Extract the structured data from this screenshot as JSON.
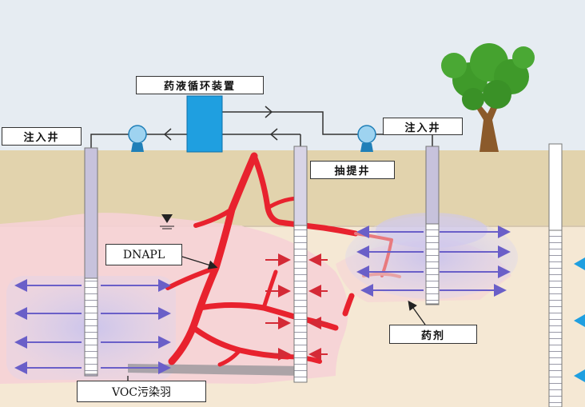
{
  "labels": {
    "circulation_device": "药液循环装置",
    "injection_well_left": "注入井",
    "injection_well_right": "注入井",
    "extraction_well": "抽提井",
    "dnapl": "DNAPL",
    "reagent": "药剂",
    "voc_plume": "VOC污染羽"
  },
  "colors": {
    "sky": "#e6ecf2",
    "soil_unsaturated": "#e2d3ad",
    "soil_saturated": "#f5e8d4",
    "voc_plume": "#f6d2d6",
    "dnapl": "#e8222e",
    "device": "#1f9fe0",
    "flow_arrow": "#6a5fc8",
    "extraction_arrow": "#d42a36",
    "groundwater_arrow": "#1f9fe0"
  },
  "icons": {
    "pump": "pump-icon",
    "tree": "tree-icon",
    "water_table": "water-table-marker-icon"
  }
}
